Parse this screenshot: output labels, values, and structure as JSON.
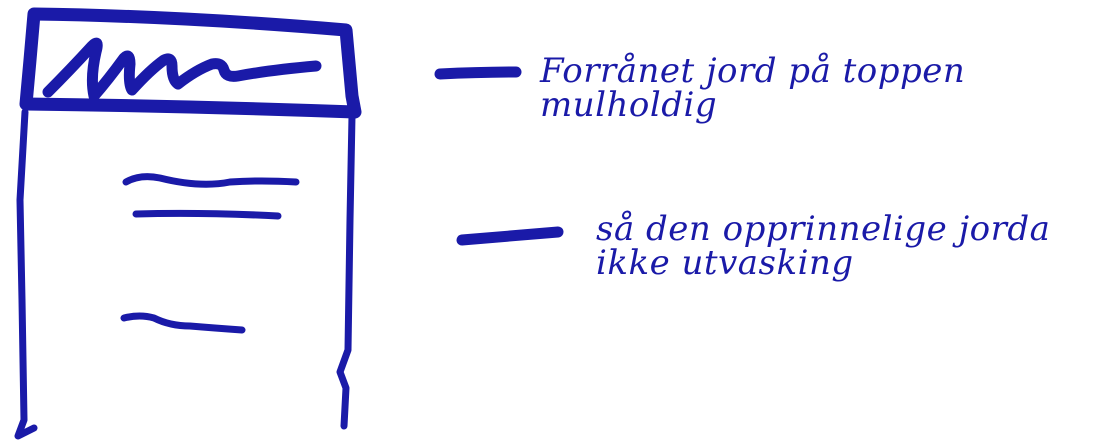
{
  "colors": {
    "ink": "#1a1aa8"
  },
  "labels": {
    "top": {
      "line1": "Forrånet jord på toppen",
      "line2": "mulholdig"
    },
    "bottom": {
      "line1": "så den opprinnelige jorda",
      "line2": "ikke utvasking"
    }
  }
}
